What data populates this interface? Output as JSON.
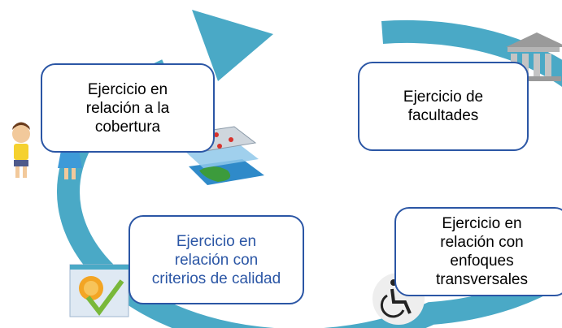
{
  "diagram": {
    "colors": {
      "cycle": "#4aa9c6",
      "box_border": "#2b56a5",
      "highlight_text": "#2b56a5"
    },
    "nodes": [
      {
        "id": "cobertura",
        "label": "Ejercicio en\nrelación a la\ncobertura",
        "icon": "children-map-icon"
      },
      {
        "id": "facultades",
        "label": "Ejercicio de\nfacultades",
        "icon": "institution-building-icon"
      },
      {
        "id": "enfoques",
        "label": "Ejercicio en\nrelación con\nenfoques\ntransversales",
        "icon": "wheelchair-icon"
      },
      {
        "id": "calidad",
        "label": "Ejercicio en\nrelación con\ncriterios de calidad",
        "icon": "quality-seal-icon"
      }
    ]
  }
}
